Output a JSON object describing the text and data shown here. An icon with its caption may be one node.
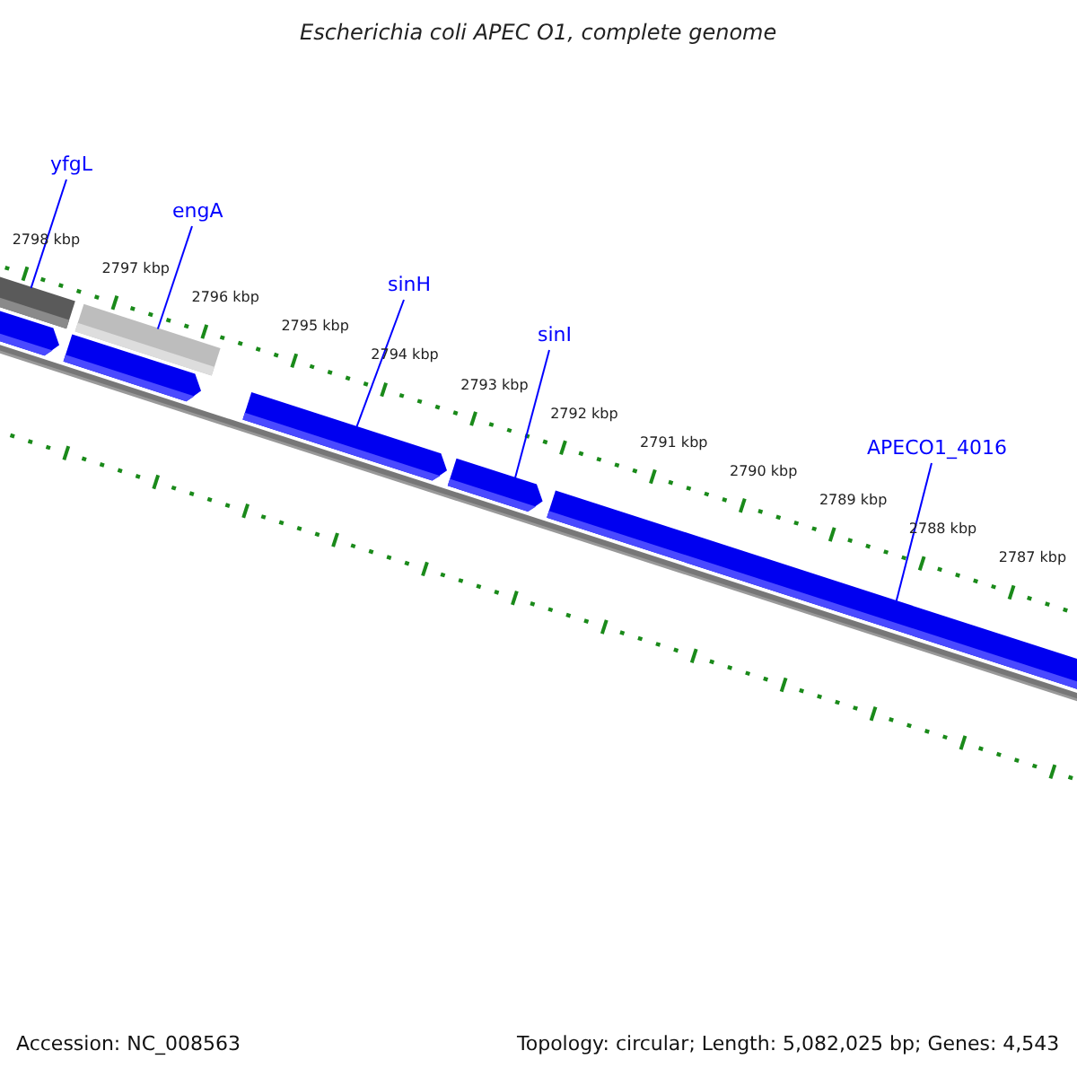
{
  "diagram": {
    "title": "Escherichia coli APEC O1, complete genome",
    "nodes": [
      {
        "text": [
          "yfgL"
        ]
      },
      {
        "text": [
          "engA"
        ]
      },
      {
        "text": [
          "sinH"
        ]
      },
      {
        "text": [
          "sinI"
        ]
      },
      {
        "text": [
          "APECO1_4016"
        ]
      },
      {
        "text": [],
        "shape": "bar"
      },
      {
        "text": [],
        "shape": "bar"
      },
      {
        "text": [],
        "shape": "bar"
      },
      {
        "text": [],
        "shape": "bar"
      },
      {
        "text": [],
        "shape": "bar"
      },
      {
        "text": [],
        "shape": "bar"
      },
      {
        "text": [],
        "shape": "bar"
      }
    ],
    "edges": [
      {
        "from": 0,
        "to": 5,
        "arrow": "none"
      },
      {
        "from": 1,
        "to": 6,
        "arrow": "none"
      },
      {
        "from": 2,
        "to": 9,
        "arrow": "none"
      },
      {
        "from": 3,
        "to": 10,
        "arrow": "none"
      },
      {
        "from": 4,
        "to": 11,
        "arrow": "none"
      }
    ],
    "labels": [
      "2798 kbp",
      "2797 kbp",
      "2796 kbp",
      "2795 kbp",
      "2794 kbp",
      "2793 kbp",
      "2792 kbp",
      "2791 kbp",
      "2790 kbp",
      "2789 kbp",
      "2788 kbp",
      "2787 kbp",
      "Accession: NC_008563",
      "Topology: circular; Length: 5,082,025 bp; Genes: 4,543"
    ]
  }
}
